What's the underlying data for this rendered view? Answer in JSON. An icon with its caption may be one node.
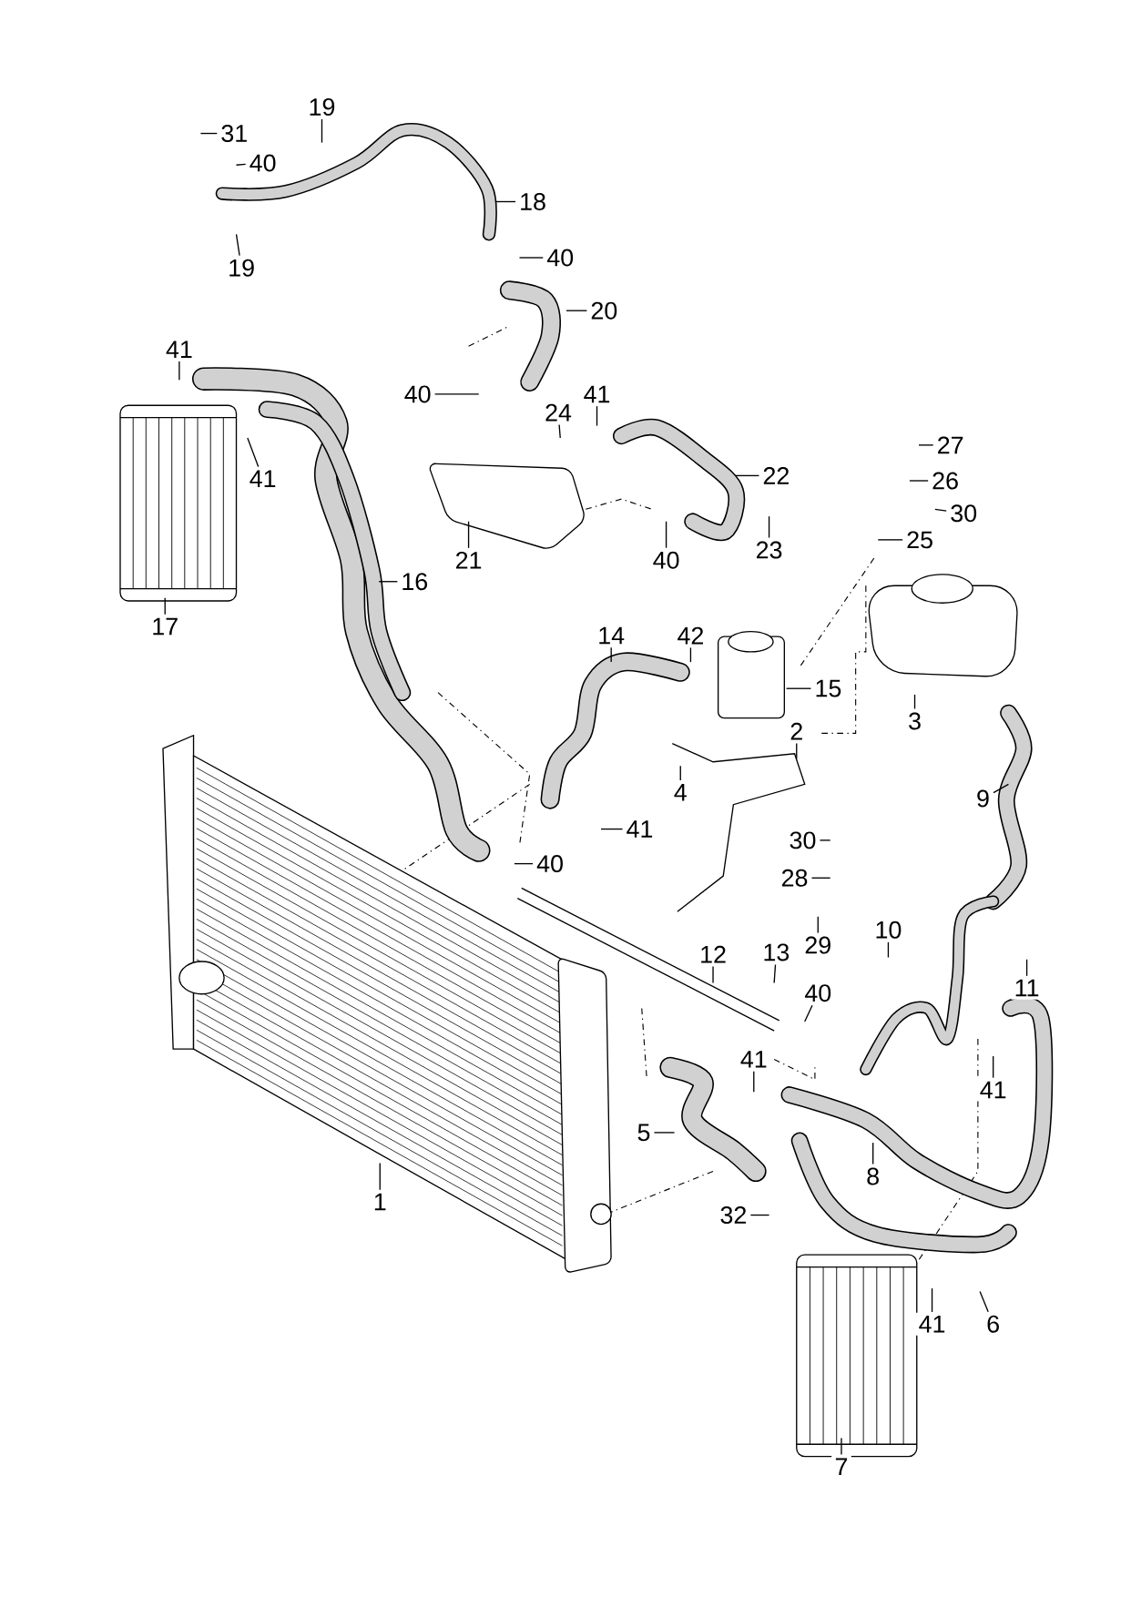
{
  "diagram": {
    "nodes": [
      {
        "text": [
          "31"
        ]
      },
      {
        "text": [
          "40"
        ]
      },
      {
        "text": [
          "19"
        ]
      },
      {
        "text": [
          "19"
        ]
      },
      {
        "text": [
          "18"
        ]
      },
      {
        "text": [
          "40"
        ]
      },
      {
        "text": [
          "20"
        ]
      },
      {
        "text": [
          "41"
        ]
      },
      {
        "text": [
          "40"
        ]
      },
      {
        "text": [
          "41"
        ]
      },
      {
        "text": [
          "24"
        ]
      },
      {
        "text": [
          "41"
        ]
      },
      {
        "text": [
          "27"
        ]
      },
      {
        "text": [
          "26"
        ]
      },
      {
        "text": [
          "22"
        ]
      },
      {
        "text": [
          "30"
        ]
      },
      {
        "text": [
          "25"
        ]
      },
      {
        "text": [
          "21"
        ]
      },
      {
        "text": [
          "23"
        ]
      },
      {
        "text": [
          "40"
        ]
      },
      {
        "text": [
          "16"
        ]
      },
      {
        "text": [
          "17"
        ]
      },
      {
        "text": [
          "14"
        ]
      },
      {
        "text": [
          "42"
        ]
      },
      {
        "text": [
          "15"
        ]
      },
      {
        "text": [
          "3"
        ]
      },
      {
        "text": [
          "2"
        ]
      },
      {
        "text": [
          "4"
        ]
      },
      {
        "text": [
          "41"
        ]
      },
      {
        "text": [
          "9"
        ]
      },
      {
        "text": [
          "30"
        ]
      },
      {
        "text": [
          "40"
        ]
      },
      {
        "text": [
          "28"
        ]
      },
      {
        "text": [
          "29"
        ]
      },
      {
        "text": [
          "10"
        ]
      },
      {
        "text": [
          "12"
        ]
      },
      {
        "text": [
          "13"
        ]
      },
      {
        "text": [
          "40"
        ]
      },
      {
        "text": [
          "11"
        ]
      },
      {
        "text": [
          "41"
        ]
      },
      {
        "text": [
          "41"
        ]
      },
      {
        "text": [
          "5"
        ]
      },
      {
        "text": [
          "8"
        ]
      },
      {
        "text": [
          "1"
        ]
      },
      {
        "text": [
          "32"
        ]
      },
      {
        "text": [
          "6"
        ]
      },
      {
        "text": [
          "41"
        ]
      },
      {
        "text": [
          "7"
        ]
      }
    ],
    "edges": [
      {
        "from": 0,
        "to": null,
        "arrow": "none"
      },
      {
        "from": 1,
        "to": null,
        "arrow": "none"
      },
      {
        "from": 2,
        "to": null,
        "arrow": "none"
      },
      {
        "from": 3,
        "to": null,
        "arrow": "none"
      },
      {
        "from": 4,
        "to": null,
        "arrow": "none"
      },
      {
        "from": 5,
        "to": null,
        "arrow": "none"
      },
      {
        "from": 6,
        "to": null,
        "arrow": "none"
      },
      {
        "from": 7,
        "to": null,
        "arrow": "none"
      },
      {
        "from": 8,
        "to": null,
        "arrow": "none"
      },
      {
        "from": 9,
        "to": null,
        "arrow": "none"
      },
      {
        "from": 10,
        "to": null,
        "arrow": "none"
      },
      {
        "from": 11,
        "to": null,
        "arrow": "none"
      },
      {
        "from": 12,
        "to": null,
        "arrow": "none"
      },
      {
        "from": 13,
        "to": null,
        "arrow": "none"
      },
      {
        "from": 14,
        "to": null,
        "arrow": "none"
      },
      {
        "from": 15,
        "to": null,
        "arrow": "none"
      },
      {
        "from": 16,
        "to": null,
        "arrow": "none"
      },
      {
        "from": 17,
        "to": null,
        "arrow": "none"
      },
      {
        "from": 18,
        "to": null,
        "arrow": "none"
      },
      {
        "from": 19,
        "to": null,
        "arrow": "none"
      },
      {
        "from": 20,
        "to": null,
        "arrow": "none"
      },
      {
        "from": 21,
        "to": null,
        "arrow": "none"
      },
      {
        "from": 22,
        "to": null,
        "arrow": "none"
      },
      {
        "from": 23,
        "to": null,
        "arrow": "none"
      },
      {
        "from": 24,
        "to": null,
        "arrow": "none"
      },
      {
        "from": 25,
        "to": null,
        "arrow": "none"
      },
      {
        "from": 26,
        "to": null,
        "arrow": "none"
      },
      {
        "from": 27,
        "to": null,
        "arrow": "none"
      },
      {
        "from": 28,
        "to": null,
        "arrow": "none"
      },
      {
        "from": 29,
        "to": null,
        "arrow": "none"
      },
      {
        "from": 30,
        "to": null,
        "arrow": "none"
      },
      {
        "from": 31,
        "to": null,
        "arrow": "none"
      },
      {
        "from": 32,
        "to": null,
        "arrow": "none"
      },
      {
        "from": 33,
        "to": null,
        "arrow": "none"
      },
      {
        "from": 34,
        "to": null,
        "arrow": "none"
      },
      {
        "from": 35,
        "to": null,
        "arrow": "none"
      },
      {
        "from": 36,
        "to": null,
        "arrow": "none"
      },
      {
        "from": 37,
        "to": null,
        "arrow": "none"
      },
      {
        "from": 38,
        "to": null,
        "arrow": "none"
      },
      {
        "from": 39,
        "to": null,
        "arrow": "none"
      },
      {
        "from": 40,
        "to": null,
        "arrow": "none"
      },
      {
        "from": 41,
        "to": null,
        "arrow": "none"
      },
      {
        "from": 42,
        "to": null,
        "arrow": "none"
      },
      {
        "from": 43,
        "to": null,
        "arrow": "none"
      },
      {
        "from": 44,
        "to": null,
        "arrow": "none"
      },
      {
        "from": 45,
        "to": null,
        "arrow": "none"
      },
      {
        "from": 46,
        "to": null,
        "arrow": "none"
      },
      {
        "from": 47,
        "to": null,
        "arrow": "none"
      }
    ]
  }
}
